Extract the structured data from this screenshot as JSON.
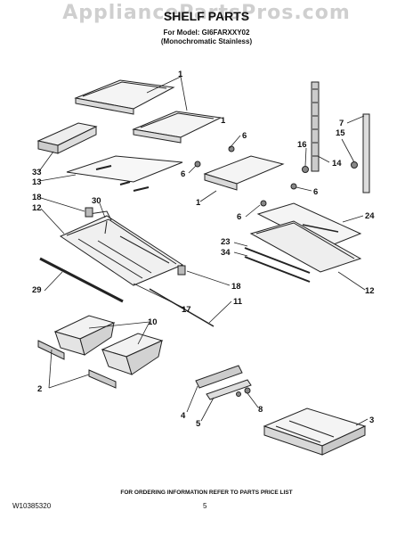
{
  "header": {
    "watermark": "AppliancePartsPros.com",
    "title": "SHELF PARTS",
    "model_line": "For Model: GI6FARXXY02",
    "finish_line": "(Monochromatic Stainless)"
  },
  "callouts": [
    "1",
    "1",
    "6",
    "6",
    "6",
    "6",
    "1",
    "33",
    "13",
    "18",
    "30",
    "12",
    "16",
    "15",
    "7",
    "14",
    "24",
    "23",
    "34",
    "12",
    "29",
    "18",
    "17",
    "11",
    "10",
    "2",
    "4",
    "5",
    "8",
    "3"
  ],
  "footer": {
    "note": "FOR ORDERING INFORMATION REFER TO PARTS PRICE LIST",
    "document_number": "W10385320",
    "page": "5"
  }
}
